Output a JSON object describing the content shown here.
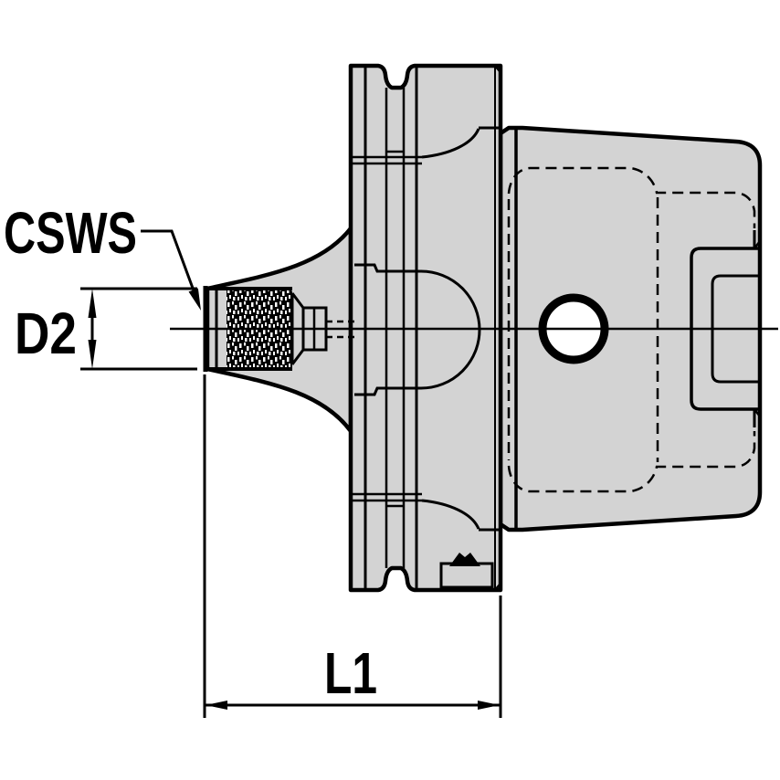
{
  "drawing": {
    "labels": {
      "thread_callout": "CSWS",
      "diameter_dim": "D2",
      "length_dim": "L1"
    },
    "colors": {
      "body_fill": "#d3d3d3",
      "line": "#000000",
      "background": "#ffffff",
      "hole_fill": "#ffffff"
    }
  }
}
